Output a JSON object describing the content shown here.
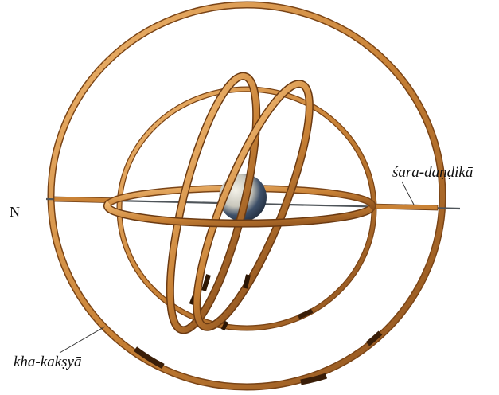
{
  "labels": {
    "north": "N",
    "sara_dandika": "śara-daṇḍikā",
    "kha_kaksya": "kha-kakṣyā"
  },
  "colors": {
    "ring_light": "#e3a25a",
    "ring_mid": "#c27a33",
    "ring_dark": "#6b3a12",
    "axis": "#5a5f66",
    "globe_light": "#e9e6da",
    "globe_dark": "#3a4a60"
  }
}
